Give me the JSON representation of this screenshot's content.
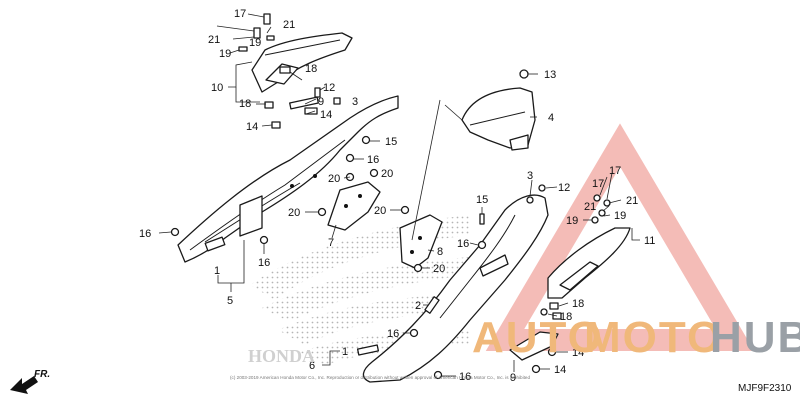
{
  "diagram": {
    "code": "MJF9F2310",
    "direction_label": "FR.",
    "copyright": "(c) 2003-2019 American Honda Motor Co., Inc. Reproduction or distribution without written approval of American Honda Motor Co., Inc. is prohibited",
    "brand_mark": "HONDA"
  },
  "watermark": {
    "text_a": "AUTO",
    "text_b": "MOTO",
    "text_c": "HUB",
    "color_primary": "#f0b87a",
    "color_secondary": "#9aa0a6",
    "triangle_color": "#f2b0aa"
  },
  "callouts": [
    {
      "id": "c17a",
      "text": "17"
    },
    {
      "id": "c21a",
      "text": "21"
    },
    {
      "id": "c21b",
      "text": "21"
    },
    {
      "id": "c19a",
      "text": "19"
    },
    {
      "id": "c19b",
      "text": "19"
    },
    {
      "id": "c10",
      "text": "10"
    },
    {
      "id": "c18a",
      "text": "18"
    },
    {
      "id": "c18b",
      "text": "18"
    },
    {
      "id": "c12a",
      "text": "12"
    },
    {
      "id": "c9a",
      "text": "9"
    },
    {
      "id": "c3a",
      "text": "3"
    },
    {
      "id": "c14a",
      "text": "14"
    },
    {
      "id": "c14b",
      "text": "14"
    },
    {
      "id": "c13",
      "text": "13"
    },
    {
      "id": "c4",
      "text": "4"
    },
    {
      "id": "c15a",
      "text": "15"
    },
    {
      "id": "c16a",
      "text": "16"
    },
    {
      "id": "c20a",
      "text": "20"
    },
    {
      "id": "c20b",
      "text": "20"
    },
    {
      "id": "c20c",
      "text": "20"
    },
    {
      "id": "c20d",
      "text": "20"
    },
    {
      "id": "c16b",
      "text": "16"
    },
    {
      "id": "c7",
      "text": "7"
    },
    {
      "id": "c16c",
      "text": "16"
    },
    {
      "id": "c1a",
      "text": "1"
    },
    {
      "id": "c5",
      "text": "5"
    },
    {
      "id": "c8",
      "text": "8"
    },
    {
      "id": "c20e",
      "text": "20"
    },
    {
      "id": "c3b",
      "text": "3"
    },
    {
      "id": "c12b",
      "text": "12"
    },
    {
      "id": "c15b",
      "text": "15"
    },
    {
      "id": "c16d",
      "text": "16"
    },
    {
      "id": "c17b",
      "text": "17"
    },
    {
      "id": "c17c",
      "text": "17"
    },
    {
      "id": "c21c",
      "text": "21"
    },
    {
      "id": "c21d",
      "text": "21"
    },
    {
      "id": "c19c",
      "text": "19"
    },
    {
      "id": "c19d",
      "text": "19"
    },
    {
      "id": "c11",
      "text": "11"
    },
    {
      "id": "c18c",
      "text": "18"
    },
    {
      "id": "c18d",
      "text": "18"
    },
    {
      "id": "c2",
      "text": "2"
    },
    {
      "id": "c16e",
      "text": "16"
    },
    {
      "id": "c6",
      "text": "6"
    },
    {
      "id": "c1b",
      "text": "1"
    },
    {
      "id": "c16f",
      "text": "16"
    },
    {
      "id": "c9b",
      "text": "9"
    },
    {
      "id": "c14c",
      "text": "14"
    },
    {
      "id": "c14d",
      "text": "14"
    }
  ]
}
